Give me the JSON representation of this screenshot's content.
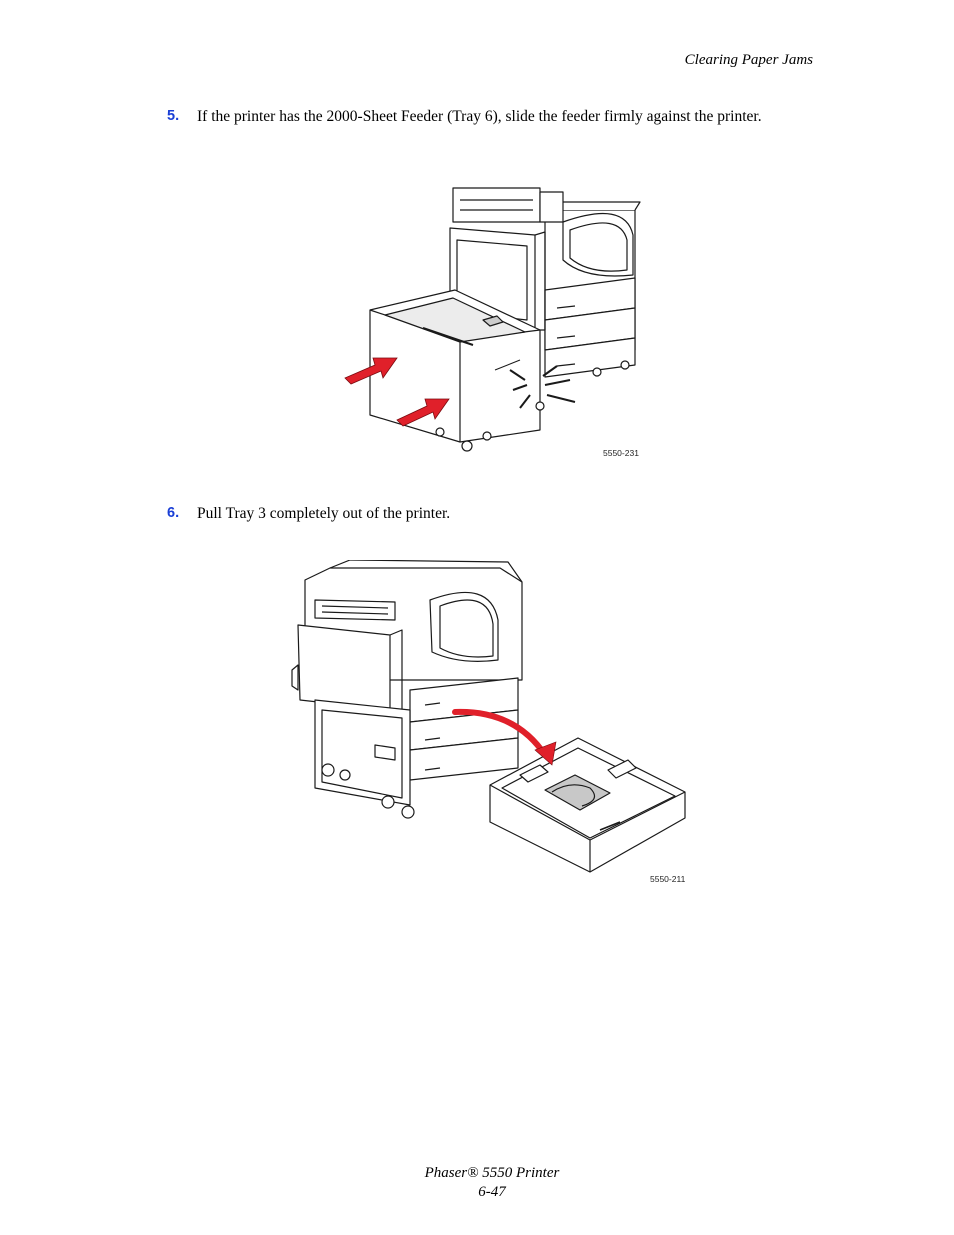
{
  "header": {
    "section_title": "Clearing Paper Jams"
  },
  "steps": [
    {
      "number": "5.",
      "text": "If the printer has the 2000-Sheet Feeder (Tray 6), slide the feeder firmly against the printer.",
      "figure_code": "5550-231"
    },
    {
      "number": "6.",
      "text": "Pull Tray 3 completely out of the printer.",
      "figure_code": "5550-211"
    }
  ],
  "footer": {
    "product": "Phaser® 5550 Printer",
    "page": "6-47"
  },
  "colors": {
    "step_number": "#1a3fd6",
    "arrow_red": "#e0202a",
    "line_art": "#1a1a1a",
    "panel_gray": "#c8c8c8"
  }
}
